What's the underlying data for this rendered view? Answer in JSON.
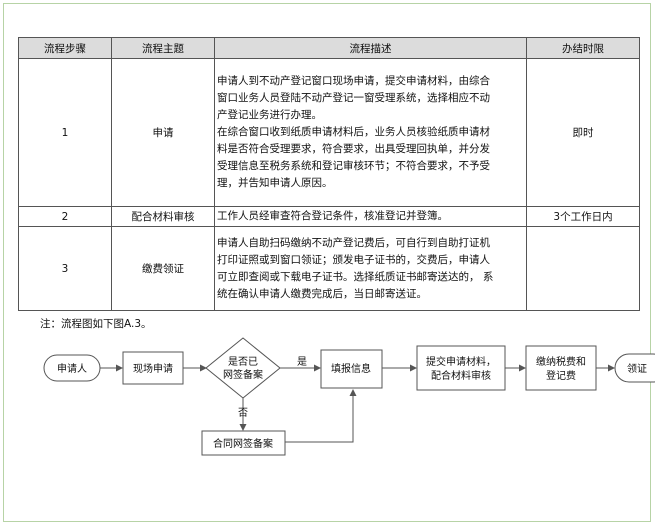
{
  "table": {
    "headers": [
      "流程步骤",
      "流程主题",
      "流程描述",
      "办结时限"
    ],
    "rows": [
      {
        "step": "1",
        "topic": "申请",
        "desc_lines": [
          "申请人到不动产登记窗口现场申请，提交申请材料，由综合",
          "窗口业务人员登陆不动产登记一窗受理系统，选择相应不动",
          "产登记业务进行办理。",
          "在综合窗口收到纸质申请材料后，业务人员核验纸质申请材",
          "料是否符合受理要求，符合要求，出具受理回执单，并分发",
          "受理信息至税务系统和登记审核环节；不符合要求，不予受",
          "理，并告知申请人原因。"
        ],
        "time": "即时"
      },
      {
        "step": "2",
        "topic": "配合材料审核",
        "desc_lines": [
          "工作人员经审查符合登记条件，核准登记并登簿。"
        ],
        "time": "3个工作日内"
      },
      {
        "step": "3",
        "topic": "缴费领证",
        "desc_lines": [
          "申请人自助扫码缴纳不动产登记费后，可自行到自助打证机",
          "打印证照或到窗口领证；颁发电子证书的，交费后，申请人",
          "可立即查阅或下载电子证书。选择纸质证书邮寄送达的，  系",
          "统在确认申请人缴费完成后，当日邮寄送证。"
        ],
        "time": ""
      }
    ]
  },
  "note": "注：流程图如下图A.3。",
  "flow": {
    "start": "申请人",
    "onsite": "现场申请",
    "decision_1": "是否已",
    "decision_2": "网签备案",
    "yes": "是",
    "no": "否",
    "fill": "填报信息",
    "submit_1": "提交申请材料，",
    "submit_2": "配合材料审核",
    "pay_1": "缴纳税费和",
    "pay_2": "登记费",
    "collect": "领证",
    "contract": "合同网签备案"
  }
}
